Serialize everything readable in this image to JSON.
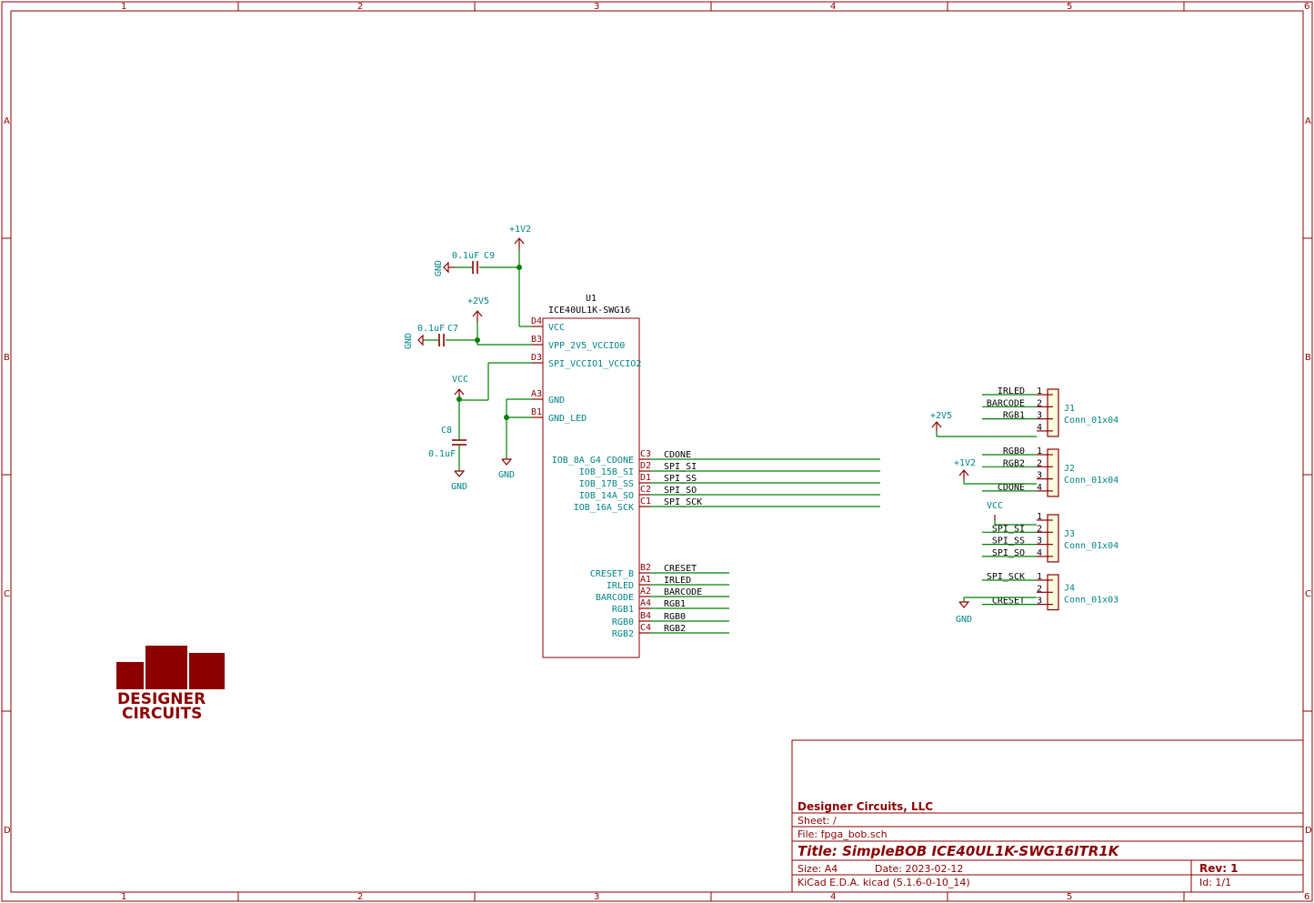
{
  "frame": {
    "col_labels": [
      "1",
      "2",
      "3",
      "4",
      "5",
      "6"
    ],
    "row_labels": [
      "A",
      "B",
      "C",
      "D"
    ]
  },
  "logo": {
    "line1": "DESIGNER",
    "line2": "CIRCUITS"
  },
  "power": {
    "v12": "+1V2",
    "v25": "+2V5",
    "vcc": "VCC",
    "gnd": "GND"
  },
  "caps": [
    {
      "ref": "C9",
      "value": "0.1uF"
    },
    {
      "ref": "C7",
      "value": "0.1uF"
    },
    {
      "ref": "C8",
      "value": "0.1uF"
    }
  ],
  "u1": {
    "ref": "U1",
    "value": "ICE40UL1K-SWG16",
    "left_pins": [
      {
        "num": "D4",
        "name": "VCC"
      },
      {
        "num": "B3",
        "name": "VPP_2V5_VCCIO0"
      },
      {
        "num": "D3",
        "name": "SPI_VCCIO1_VCCIO2"
      },
      {
        "num": "A3",
        "name": "GND"
      },
      {
        "num": "B1",
        "name": "GND_LED"
      }
    ],
    "right_pins_top": [
      {
        "num": "C3",
        "name": "IOB_8A_G4_CDONE",
        "net": "CDONE"
      },
      {
        "num": "D2",
        "name": "IOB_15B_SI",
        "net": "SPI_SI"
      },
      {
        "num": "D1",
        "name": "IOB_17B_SS",
        "net": "SPI_SS"
      },
      {
        "num": "C2",
        "name": "IOB_14A_SO",
        "net": "SPI_SO"
      },
      {
        "num": "C1",
        "name": "IOB_16A_SCK",
        "net": "SPI_SCK"
      }
    ],
    "right_pins_bottom": [
      {
        "num": "B2",
        "name": "CRESET_B",
        "net": "CRESET"
      },
      {
        "num": "A1",
        "name": "IRLED",
        "net": "IRLED"
      },
      {
        "num": "A2",
        "name": "BARCODE",
        "net": "BARCODE"
      },
      {
        "num": "A4",
        "name": "RGB1",
        "net": "RGB1"
      },
      {
        "num": "B4",
        "name": "RGB0",
        "net": "RGB0"
      },
      {
        "num": "C4",
        "name": "RGB2",
        "net": "RGB2"
      }
    ]
  },
  "connectors": [
    {
      "ref": "J1",
      "value": "Conn_01x04",
      "pins": [
        {
          "num": "1",
          "net": "IRLED"
        },
        {
          "num": "2",
          "net": "BARCODE"
        },
        {
          "num": "3",
          "net": "RGB1"
        },
        {
          "num": "4",
          "net": ""
        }
      ]
    },
    {
      "ref": "J2",
      "value": "Conn_01x04",
      "pins": [
        {
          "num": "1",
          "net": "RGB0"
        },
        {
          "num": "2",
          "net": "RGB2"
        },
        {
          "num": "3",
          "net": ""
        },
        {
          "num": "4",
          "net": "CDONE"
        }
      ]
    },
    {
      "ref": "J3",
      "value": "Conn_01x04",
      "pins": [
        {
          "num": "1",
          "net": ""
        },
        {
          "num": "2",
          "net": "SPI_SI"
        },
        {
          "num": "3",
          "net": "SPI_SS"
        },
        {
          "num": "4",
          "net": "SPI_SO"
        }
      ]
    },
    {
      "ref": "J4",
      "value": "Conn_01x03",
      "pins": [
        {
          "num": "1",
          "net": "SPI_SCK"
        },
        {
          "num": "2",
          "net": ""
        },
        {
          "num": "3",
          "net": "CRESET"
        }
      ]
    }
  ],
  "title_block": {
    "company": "Designer Circuits, LLC",
    "sheet": "Sheet: /",
    "file": "File: fpga_bob.sch",
    "title": "Title: SimpleBOB ICE40UL1K-SWG16ITR1K",
    "size": "Size: A4",
    "date": "Date: 2023-02-12",
    "rev": "Rev: 1",
    "tool": "KiCad E.D.A.  kicad (5.1.6-0-10_14)",
    "id": "Id: 1/1"
  },
  "colors": {
    "frame": "#8b0000",
    "wire": "#008000",
    "pin_text": "#008484",
    "connector_fill": "#ffffe0"
  }
}
